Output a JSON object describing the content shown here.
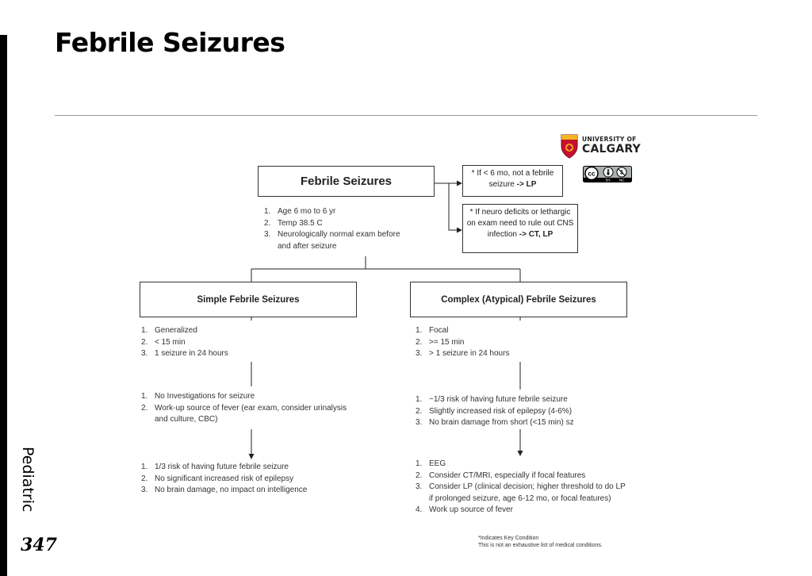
{
  "page": {
    "title": "Febrile Seizures",
    "section_label": "Pediatric",
    "page_number": "347"
  },
  "logo": {
    "line1": "UNIVERSITY OF",
    "line2": "CALGARY",
    "brand_color": "#c8102e",
    "accent_color": "#f3b61f"
  },
  "license_badge": {
    "cc": "cc",
    "by": "BY",
    "nc": "NC"
  },
  "diagram": {
    "main_box": "Febrile Seizures",
    "main_criteria": [
      {
        "num": "1.",
        "text": "Age 6 mo to 6 yr"
      },
      {
        "num": "2.",
        "text": "Temp 38.5 C"
      },
      {
        "num": "3.",
        "text": "Neurologically normal exam before"
      },
      {
        "num": "",
        "text": "and after seizure"
      }
    ],
    "note_1": {
      "text": "* If < 6 mo, not a febrile seizure",
      "bold": "-> LP"
    },
    "note_2": {
      "text": "* If neuro deficits or lethargic on exam need to rule out CNS infection",
      "bold": "-> CT, LP"
    },
    "simple": {
      "title": "Simple Febrile Seizures",
      "criteria": [
        {
          "num": "1.",
          "text": "Generalized"
        },
        {
          "num": "2.",
          "text": "< 15 min"
        },
        {
          "num": "3.",
          "text": "1 seizure in 24 hours"
        }
      ],
      "management": [
        {
          "num": "1.",
          "text": "No Investigations for seizure"
        },
        {
          "num": "2.",
          "text": "Work-up source of fever (ear exam, consider urinalysis and culture, CBC)"
        }
      ],
      "prognosis": [
        {
          "num": "1.",
          "text": "1/3 risk of having future febrile seizure"
        },
        {
          "num": "2.",
          "text": "No significant increased risk of epilepsy"
        },
        {
          "num": "3.",
          "text": "No brain damage, no impact on intelligence"
        }
      ]
    },
    "complex": {
      "title": "Complex (Atypical) Febrile Seizures",
      "criteria": [
        {
          "num": "1.",
          "text": "Focal"
        },
        {
          "num": "2.",
          "text": ">= 15 min"
        },
        {
          "num": "3.",
          "text": "> 1 seizure in 24 hours"
        }
      ],
      "prognosis": [
        {
          "num": "1.",
          "text": "~1/3 risk of having future febrile seizure"
        },
        {
          "num": "2.",
          "text": "Slightly increased risk of epilepsy (4-6%)"
        },
        {
          "num": "3.",
          "text": "No brain damage from short (<15 min) sz"
        }
      ],
      "management": [
        {
          "num": "1.",
          "text": "EEG"
        },
        {
          "num": "2.",
          "text": "Consider CT/MRI, especially if focal features"
        },
        {
          "num": "3.",
          "text": "Consider LP (clinical decision; higher threshold to do LP if prolonged seizure, age 6-12 mo, or focal features)"
        },
        {
          "num": "4.",
          "text": "Work up source of fever"
        }
      ]
    }
  },
  "footnote": {
    "line1": "*Indicates Key Condition",
    "line2": "This is not an exhaustive list of medical conditions."
  }
}
